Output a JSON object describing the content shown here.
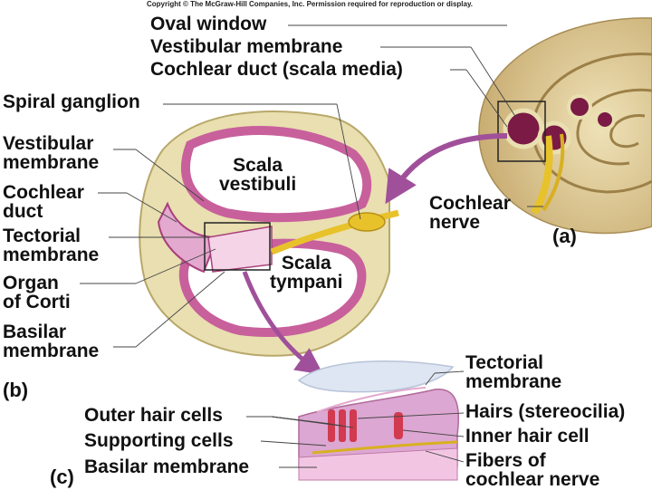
{
  "copyright": "Copyright © The McGraw-Hill Companies, Inc. Permission required for reproduction or display.",
  "parts": {
    "a": "(a)",
    "b": "(b)",
    "c": "(c)"
  },
  "labels_a": {
    "oval_window": "Oval window",
    "vestibular_membrane": "Vestibular membrane",
    "cochlear_duct": "Cochlear duct (scala media)",
    "cochlear_nerve": [
      "Cochlear",
      "nerve"
    ]
  },
  "labels_b": {
    "spiral_ganglion": "Spiral ganglion",
    "vestibular_membrane": [
      "Vestibular",
      "membrane"
    ],
    "cochlear_duct": [
      "Cochlear",
      "duct"
    ],
    "tectorial_membrane": [
      "Tectorial",
      "membrane"
    ],
    "organ_of_corti": [
      "Organ",
      "of Corti"
    ],
    "basilar_membrane": [
      "Basilar",
      "membrane"
    ],
    "scala_vestibuli": [
      "Scala",
      "vestibuli"
    ],
    "scala_tympani": [
      "Scala",
      "tympani"
    ]
  },
  "labels_c": {
    "outer_hair_cells": "Outer hair cells",
    "supporting_cells": "Supporting cells",
    "basilar_membrane": "Basilar membrane",
    "tectorial_membrane": [
      "Tectorial",
      "membrane"
    ],
    "hairs": "Hairs (stereocilia)",
    "inner_hair_cell": "Inner hair cell",
    "fibers": [
      "Fibers of",
      "cochlear nerve"
    ]
  },
  "colors": {
    "bone": "#e9dfb0",
    "bone_edge": "#b8a86a",
    "membrane": "#c8609c",
    "membrane_light": "#e3a9cf",
    "nerve": "#e8c22a",
    "tectorial": "#dde6f2",
    "arrow": "#a0509a"
  }
}
